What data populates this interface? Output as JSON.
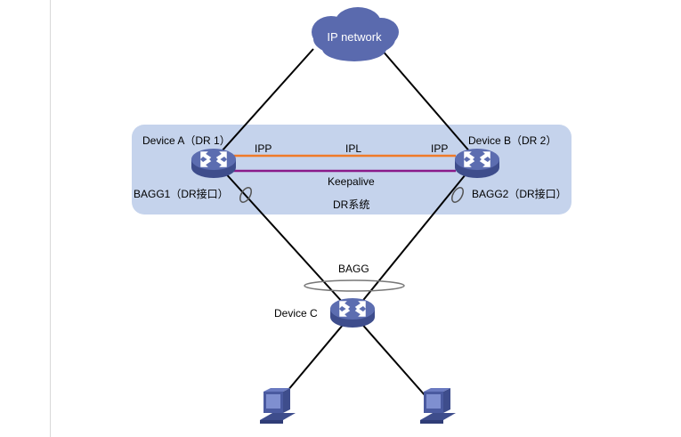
{
  "diagram": {
    "cloud": {
      "label": "IP network",
      "color": "#5a6aae"
    },
    "dr_system": {
      "label": "DR系统",
      "fill": "#c5d3ec"
    },
    "devices": {
      "a": {
        "label": "Device A（DR 1）"
      },
      "b": {
        "label": "Device B（DR 2）"
      },
      "c": {
        "label": "Device C"
      }
    },
    "links": {
      "ipl": {
        "label": "IPL",
        "color": "#f07a28"
      },
      "keepalive": {
        "label": "Keepalive",
        "color": "#8a1a8a"
      },
      "ipp_left": "IPP",
      "ipp_right": "IPP"
    },
    "aggregations": {
      "bagg1": "BAGG1（DR接口）",
      "bagg2": "BAGG2（DR接口）",
      "bagg": "BAGG"
    },
    "colors": {
      "device": "#5565a8",
      "device_side": "#3e4d8c",
      "line": "#000000"
    }
  }
}
